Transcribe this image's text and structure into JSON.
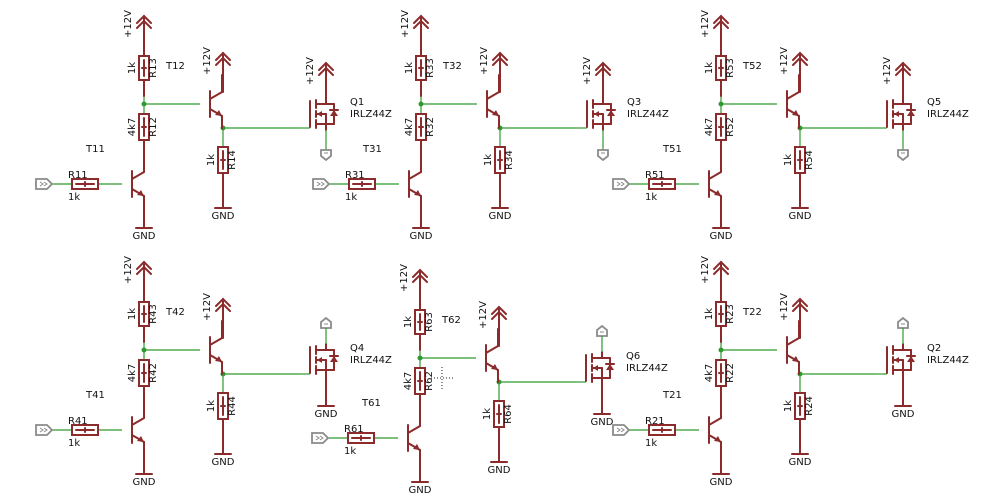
{
  "common": {
    "vcc_label": "+12V",
    "gnd_label": "GND",
    "base_resistor_value": "1k",
    "pullup_value": "1k",
    "pulldown_value": "4k7",
    "emitter_resistor_value": "1k",
    "mosfet_value": "IRLZ44Z"
  },
  "stages": [
    {
      "id": "1",
      "base_resistor": "R11",
      "pullup": "R13",
      "pulldown": "R12",
      "emitter_resistor": "R14",
      "input_transistor": "T11",
      "driver_transistor": "T12",
      "mosfet": "Q1"
    },
    {
      "id": "3",
      "base_resistor": "R31",
      "pullup": "R33",
      "pulldown": "R32",
      "emitter_resistor": "R34",
      "input_transistor": "T31",
      "driver_transistor": "T32",
      "mosfet": "Q3"
    },
    {
      "id": "5",
      "base_resistor": "R51",
      "pullup": "R53",
      "pulldown": "R52",
      "emitter_resistor": "R54",
      "input_transistor": "T51",
      "driver_transistor": "T52",
      "mosfet": "Q5"
    },
    {
      "id": "4",
      "base_resistor": "R41",
      "pullup": "R43",
      "pulldown": "R42",
      "emitter_resistor": "R44",
      "input_transistor": "T41",
      "driver_transistor": "T42",
      "mosfet": "Q4"
    },
    {
      "id": "6",
      "base_resistor": "R61",
      "pullup": "R63",
      "pulldown": "R62",
      "emitter_resistor": "R64",
      "input_transistor": "T61",
      "driver_transistor": "T62",
      "mosfet": "Q6"
    },
    {
      "id": "2",
      "base_resistor": "R21",
      "pullup": "R23",
      "pulldown": "R22",
      "emitter_resistor": "R24",
      "input_transistor": "T21",
      "driver_transistor": "T22",
      "mosfet": "Q2"
    }
  ],
  "colors": {
    "symbol": "#8b2b2b",
    "wire": "#2f9a2f",
    "port": "#8a8a8a",
    "text": "#111111",
    "background": "#ffffff"
  }
}
